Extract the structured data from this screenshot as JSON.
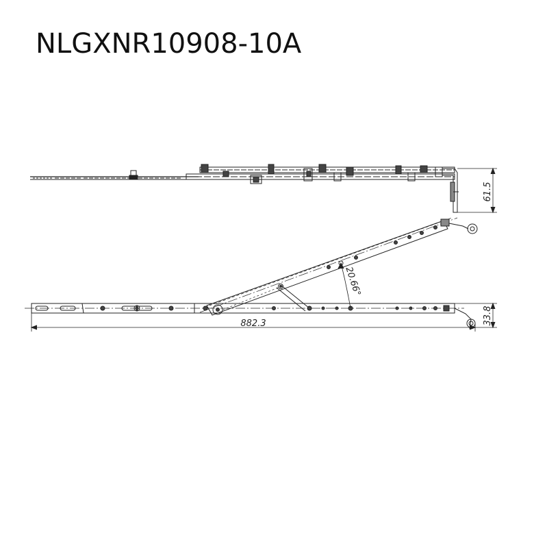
{
  "title": "NLGXNR10908-10A",
  "dimensions": {
    "height_top": "61.5",
    "height_bottom": "33.8",
    "length": "882.3",
    "angle": "20.66°"
  },
  "colors": {
    "line": "#222222",
    "background": "#ffffff"
  }
}
